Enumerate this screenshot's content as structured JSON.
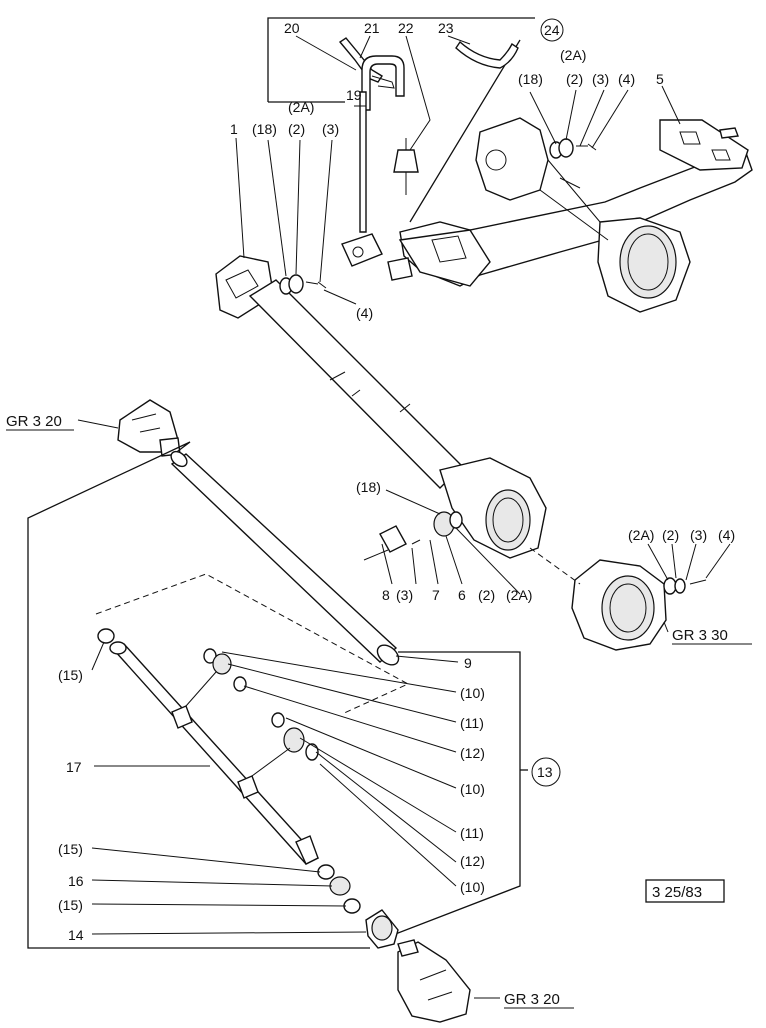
{
  "callouts": {
    "c20": "20",
    "c21": "21",
    "c22": "22",
    "c23": "23",
    "c24": "24",
    "c19": "19",
    "c2a_top": "(2A)",
    "c18_top": "(18)",
    "c2_top": "(2)",
    "c3_top": "(3)",
    "c4_top": "(4)",
    "c5": "5",
    "c2a_left": "(2A)",
    "c1": "1",
    "c18_left": "(18)",
    "c2_left": "(2)",
    "c3_left": "(3)",
    "c4_left": "(4)",
    "c18_mid": "(18)",
    "c8": "8",
    "c3_mid": "(3)",
    "c7": "7",
    "c6": "6",
    "c2_mid": "(2)",
    "c2a_mid": "(2A)",
    "c2a_right": "(2A)",
    "c2_right": "(2)",
    "c3_right": "(3)",
    "c4_right": "(4)",
    "c9": "9",
    "c10a": "(10)",
    "c11a": "(11)",
    "c12a": "(12)",
    "c10b": "(10)",
    "c13": "13",
    "c11b": "(11)",
    "c12b": "(12)",
    "c10c": "(10)",
    "c15a": "(15)",
    "c17": "17",
    "c15b": "(15)",
    "c16": "16",
    "c15c": "(15)",
    "c14": "14"
  },
  "references": {
    "gr320_top": "GR 3 20",
    "gr330": "GR 3 30",
    "gr320_bottom": "GR 3 20"
  },
  "figure_code": "3 25/83"
}
